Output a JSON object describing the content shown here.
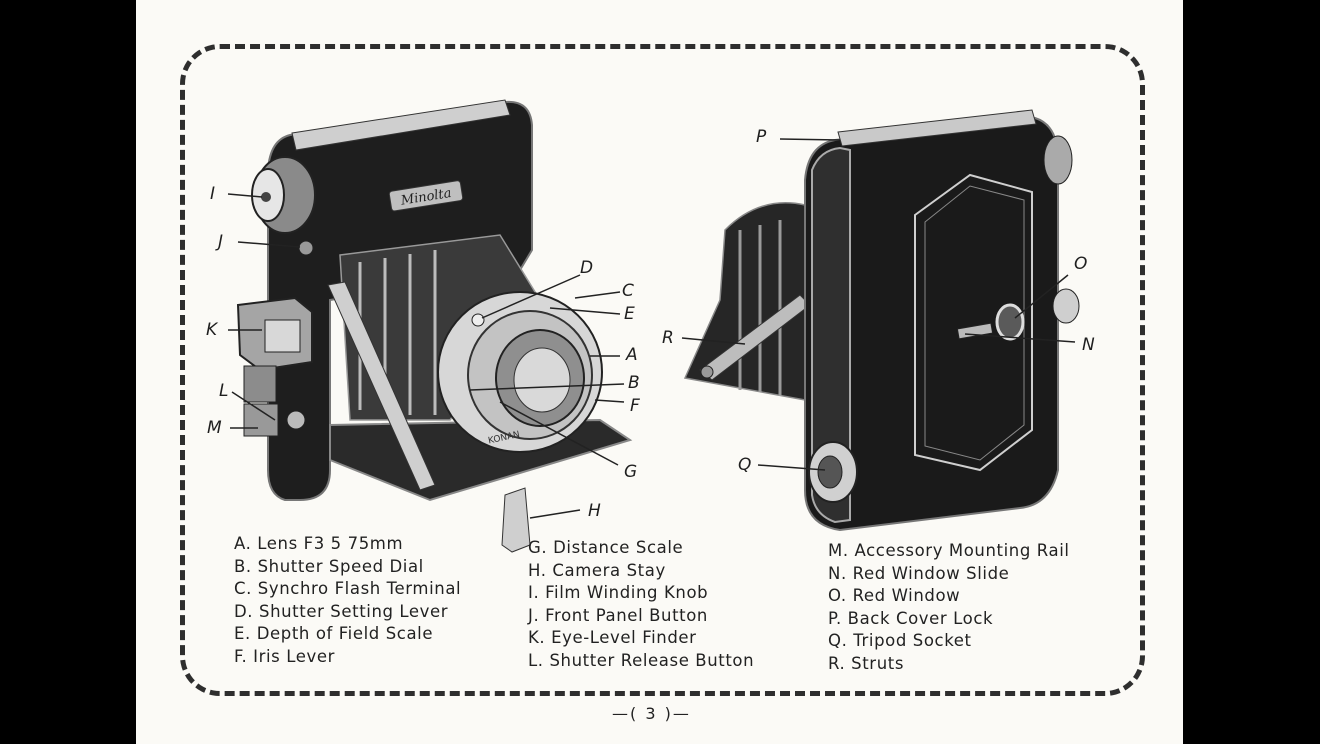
{
  "brand_plate": "Minolta",
  "lens_engraving": "KONAN",
  "callouts": [
    "A",
    "B",
    "C",
    "D",
    "E",
    "F",
    "G",
    "H",
    "I",
    "J",
    "K",
    "L",
    "M",
    "N",
    "O",
    "P",
    "Q",
    "R"
  ],
  "legend": {
    "column1": [
      "A. Lens F3 5 75mm",
      "B. Shutter Speed Dial",
      "C. Synchro Flash Terminal",
      "D. Shutter Setting Lever",
      "E. Depth of Field Scale",
      "F. Iris Lever"
    ],
    "column2": [
      "G. Distance Scale",
      "H. Camera Stay",
      "I. Film Winding Knob",
      "J. Front Panel Button",
      "K. Eye-Level Finder",
      "L. Shutter Release Button"
    ],
    "column3": [
      "M. Accessory Mounting Rail",
      "N. Red Window Slide",
      "O. Red Window",
      "P. Back Cover Lock",
      "Q. Tripod Socket",
      "R. Struts"
    ]
  },
  "page_number": "—( 3 )—"
}
